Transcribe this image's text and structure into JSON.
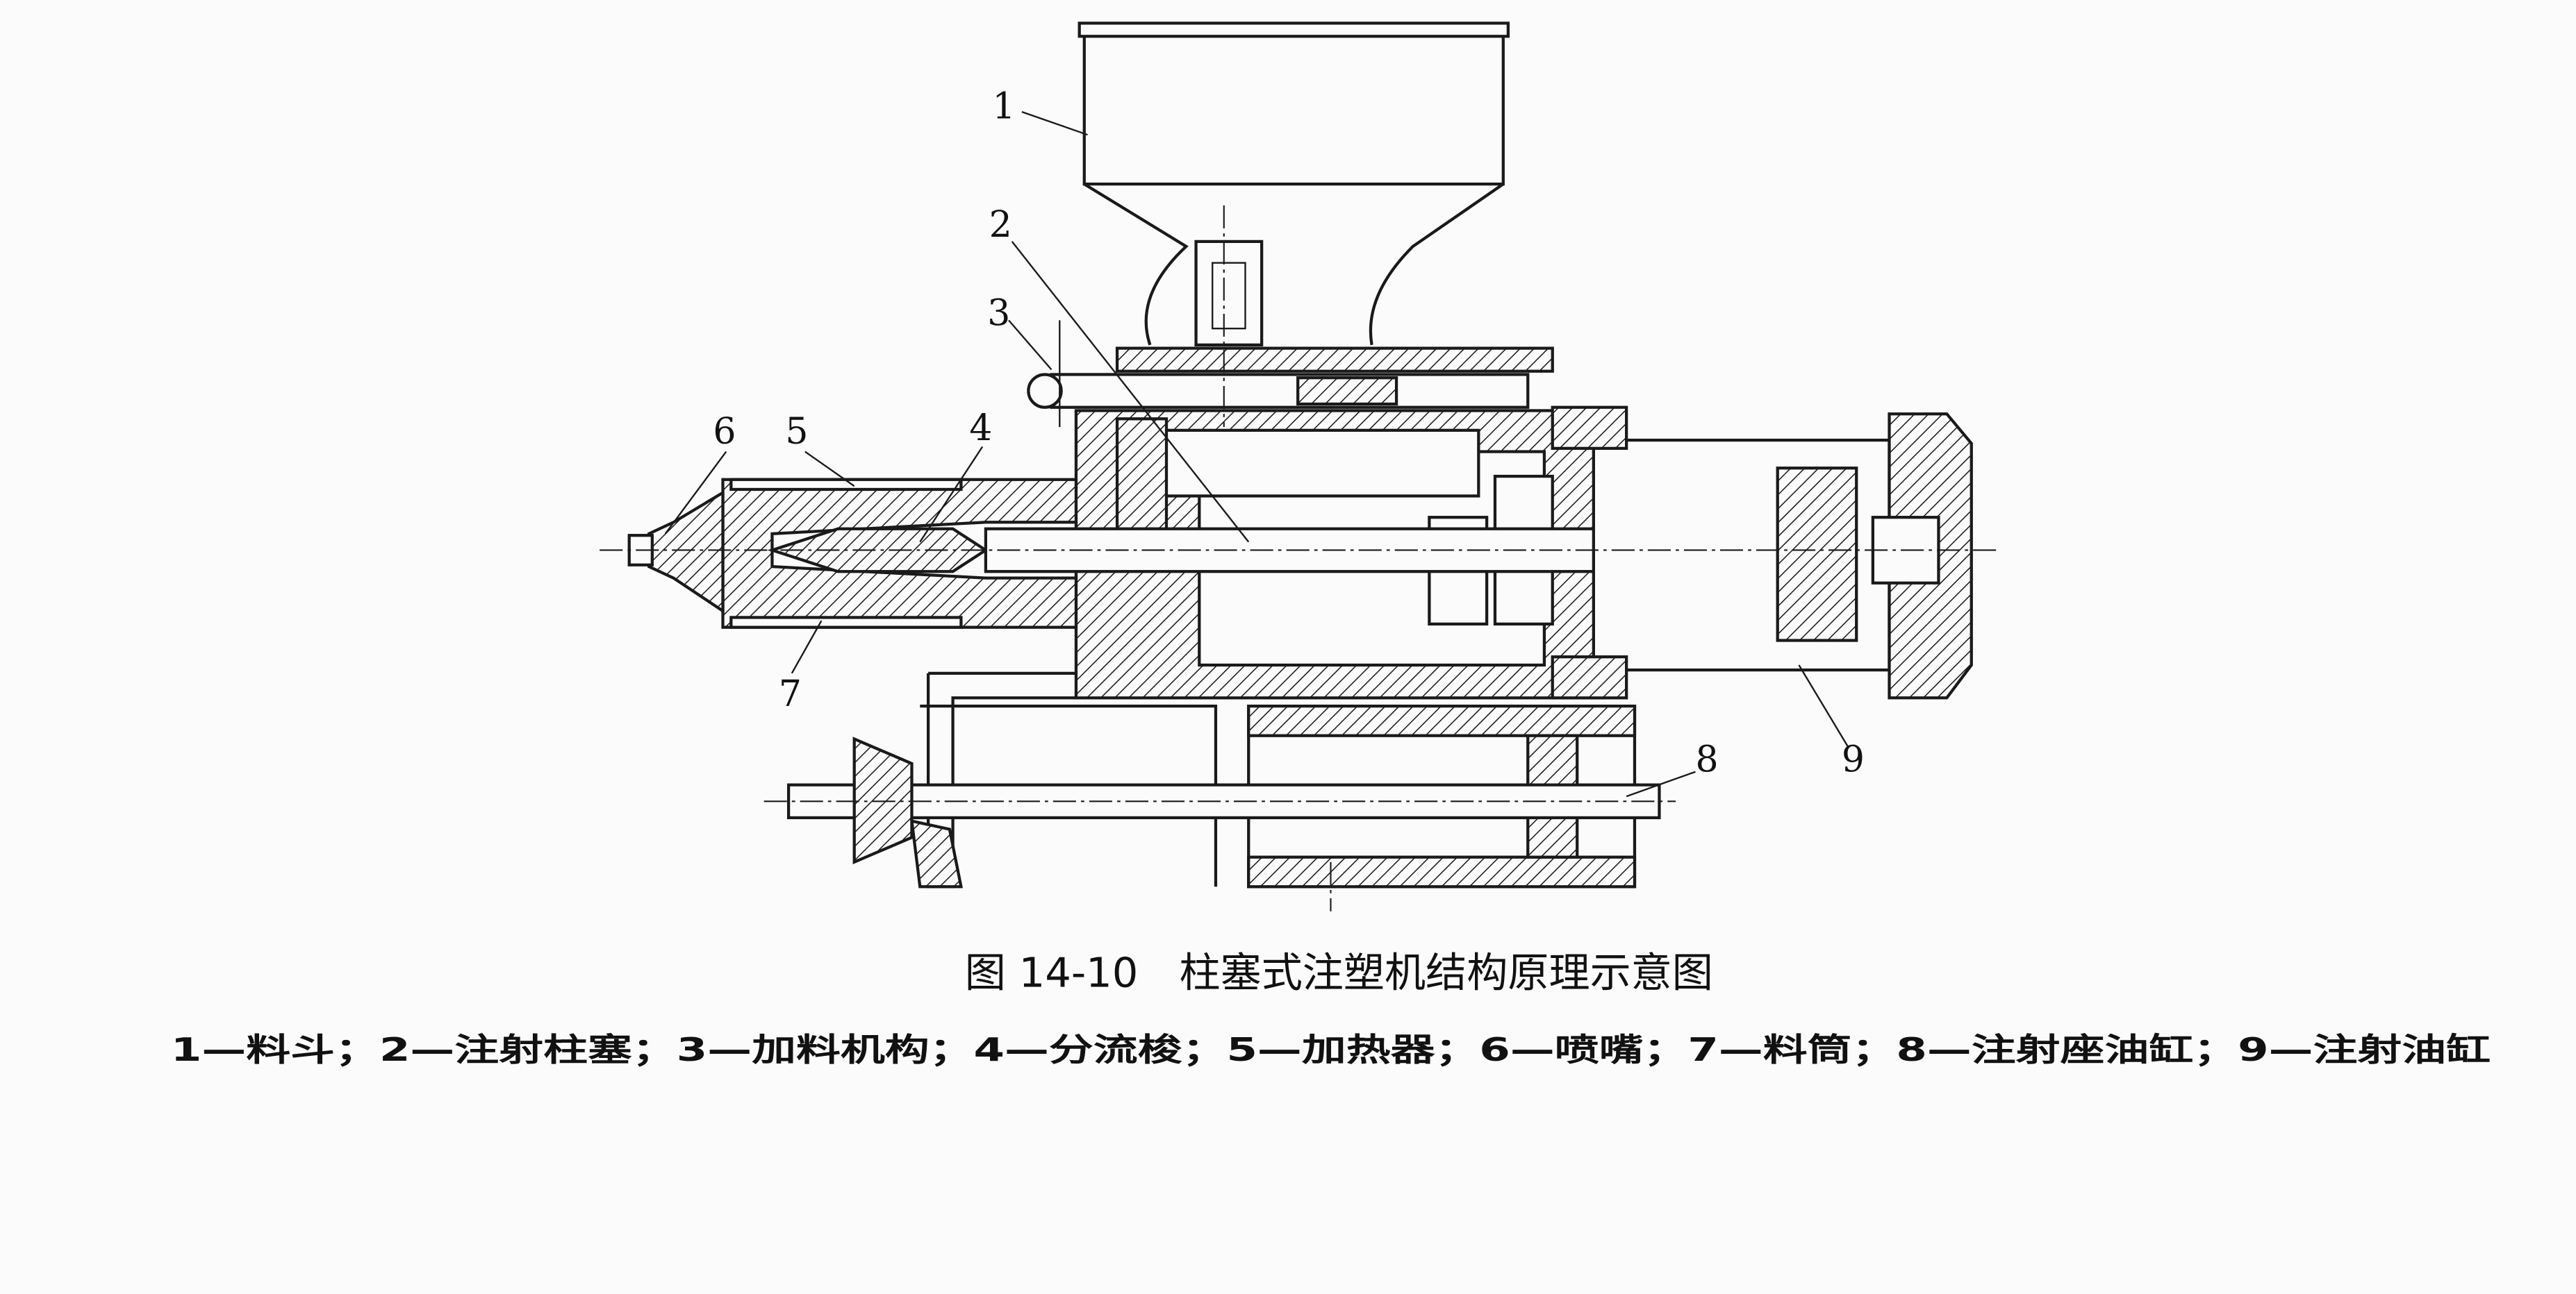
{
  "figure": {
    "caption": "图 14-10　柱塞式注塑机结构原理示意图",
    "legend": "1—料斗；2—注射柱塞；3—加料机构；4—分流梭；5—加热器；6—喷嘴；7—料筒；8—注射座油缸；9—注射油缸"
  },
  "callouts": [
    {
      "number": "1",
      "part": "料斗"
    },
    {
      "number": "2",
      "part": "注射柱塞"
    },
    {
      "number": "3",
      "part": "加料机构"
    },
    {
      "number": "4",
      "part": "分流梭"
    },
    {
      "number": "5",
      "part": "加热器"
    },
    {
      "number": "6",
      "part": "喷嘴"
    },
    {
      "number": "7",
      "part": "料筒"
    },
    {
      "number": "8",
      "part": "注射座油缸"
    },
    {
      "number": "9",
      "part": "注射油缸"
    }
  ]
}
